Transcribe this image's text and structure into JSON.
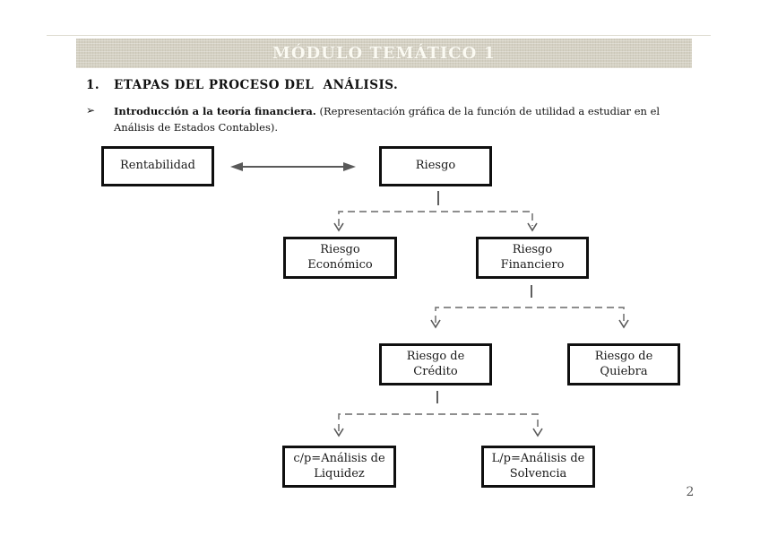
{
  "banner": {
    "title": "MÓDULO TEMÁTICO 1"
  },
  "heading": {
    "number": "1.",
    "text": "ETAPAS DEL PROCESO DEL  ANÁLISIS."
  },
  "bullet": {
    "marker": "➢",
    "lead": "Introducción a la teoría financiera.",
    "rest": "(Representación gráfica de la función de utilidad a estudiar en el Análisis de Estados Contables)."
  },
  "diagram": {
    "nodes": {
      "rentabilidad": "Rentabilidad",
      "riesgo": "Riesgo",
      "riesgo_economico": "Riesgo\nEconómico",
      "riesgo_financiero": "Riesgo\nFinanciero",
      "riesgo_credito": "Riesgo de\nCrédito",
      "riesgo_quiebra": "Riesgo de\nQuiebra",
      "analisis_liquidez": "c/p=Análisis de\nLiquidez",
      "analisis_solvencia": "L/p=Análisis de\nSolvencia"
    }
  },
  "footer": {
    "page_number": "2"
  },
  "colors": {
    "banner_bg": "#d4d0c2",
    "banner_text": "#fbfaf2",
    "box_border": "#0f0f0f",
    "line_gray": "#7f7f7f",
    "arrow_dark": "#595959",
    "page_number": "#595959",
    "rule": "#dedbd0"
  }
}
